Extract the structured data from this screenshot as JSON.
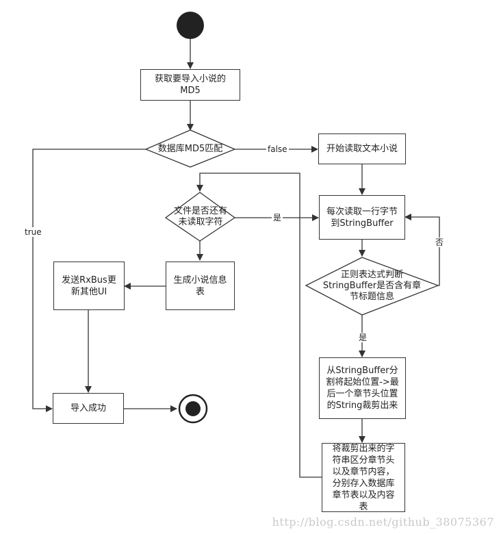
{
  "nodes": {
    "get_md5": "获取要导入小说的\nMD5",
    "md5_match": "数据库MD5匹配",
    "start_read": "开始读取文本小说",
    "read_line": "每次读取一行字节\n到StringBuffer",
    "regex_check": "正则表达式判断\nStringBuffer是否含有章\n节标题信息",
    "cut_string": "从StringBuffer分\n割将起始位置->最\n后一个章节头位置\n的String裁剪出来",
    "store_chapters": "将裁剪出来的字\n符串区分章节头\n以及章节内容，\n分别存入数据库\n章节表以及内容\n表",
    "unread_chars": "文件是否还有\n未读取字符",
    "gen_info": "生成小说信息\n表",
    "send_rxbus": "发送RxBus更\n新其他UI",
    "import_success": "导入成功"
  },
  "edge_labels": {
    "false": "false",
    "true": "true",
    "yes_unread": "是",
    "no_regex": "否",
    "yes_regex": "是"
  },
  "watermark": "http://blog.csdn.net/github_38075367"
}
